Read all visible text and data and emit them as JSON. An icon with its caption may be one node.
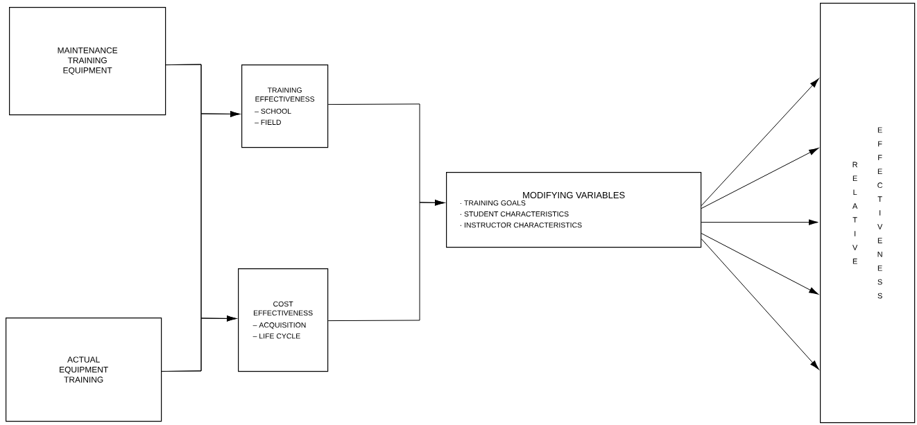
{
  "diagram": {
    "nodes": [
      {
        "text": [
          "MAINTENANCE TRAINING EQUIPMENT"
        ]
      },
      {
        "text": [
          "ACTUAL EQUIPMENT TRAINING"
        ]
      },
      {
        "text": [
          "TRAINING EFFECTIVENESS",
          "– SCHOOL",
          "– FIELD"
        ]
      },
      {
        "text": [
          "COST EFFECTIVENESS",
          "– ACQUISITION",
          "– LIFE CYCLE"
        ]
      },
      {
        "text": [
          "MODIFYING VARIABLES",
          "· TRAINING GOALS",
          "· STUDENT CHARACTERISTICS",
          "· INSTRUCTOR CHARACTERISTICS"
        ]
      },
      {
        "text": [
          "RELATIVE",
          "EFFECTIVENESS"
        ]
      }
    ],
    "edges": [
      {
        "from": 0,
        "to": 2,
        "arrow": "to"
      },
      {
        "from": 1,
        "to": 2,
        "arrow": "to"
      },
      {
        "from": 0,
        "to": 3,
        "arrow": "to"
      },
      {
        "from": 1,
        "to": 3,
        "arrow": "to"
      },
      {
        "from": 2,
        "to": 4,
        "arrow": "to"
      },
      {
        "from": 3,
        "to": 4,
        "arrow": "to"
      },
      {
        "from": 4,
        "to": 5,
        "arrow": "to"
      },
      {
        "from": 4,
        "to": 5,
        "arrow": "to"
      },
      {
        "from": 4,
        "to": 5,
        "arrow": "to"
      },
      {
        "from": 4,
        "to": 5,
        "arrow": "to"
      },
      {
        "from": 4,
        "to": 5,
        "arrow": "to"
      }
    ]
  }
}
